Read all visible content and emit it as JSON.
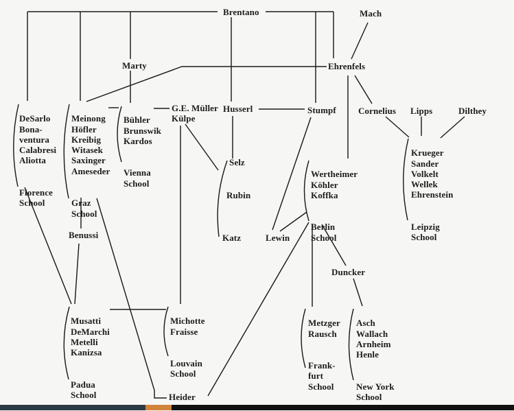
{
  "diagram": {
    "colors": {
      "ink": "#1c1c1c",
      "background": "#f6f6f4",
      "bar_left": "#2c3a44",
      "bar_orange": "#d2843c",
      "bar_main": "#111111"
    },
    "nodes": {
      "brentano": {
        "label": "Brentano"
      },
      "mach": {
        "label": "Mach"
      },
      "marty": {
        "label": "Marty"
      },
      "ehrenfels": {
        "label": "Ehrenfels"
      },
      "muller": {
        "label": [
          "G.E. Müller",
          "Külpe"
        ]
      },
      "husserl": {
        "label": "Husserl"
      },
      "stumpf": {
        "label": "Stumpf"
      },
      "cornelius": {
        "label": "Cornelius"
      },
      "lipps": {
        "label": "Lipps"
      },
      "dilthey": {
        "label": "Dilthey"
      },
      "selz": {
        "label": "Selz"
      },
      "rubin": {
        "label": "Rubin"
      },
      "katz": {
        "label": "Katz"
      },
      "lewin": {
        "label": "Lewin"
      },
      "benussi": {
        "label": "Benussi"
      },
      "duncker": {
        "label": "Duncker"
      },
      "heider": {
        "label": "Heider"
      }
    },
    "groups": {
      "florence": {
        "members": [
          "DeSarlo",
          "Bona-",
          "ventura",
          "Calabresi",
          "Aliotta"
        ],
        "school": [
          "Florence",
          "School"
        ]
      },
      "graz": {
        "members": [
          "Meinong",
          "Höfler",
          "Kreibig",
          "Witasek",
          "Saxinger",
          "Ameseder"
        ],
        "school": [
          "Graz",
          "School"
        ]
      },
      "vienna": {
        "members": [
          "Bühler",
          "Brunswik",
          "Kardos"
        ],
        "school": [
          "Vienna",
          "School"
        ]
      },
      "berlin": {
        "members": [
          "Wertheimer",
          "Köhler",
          "Koffka"
        ],
        "school": [
          "Berlin",
          "School"
        ]
      },
      "leipzig": {
        "members": [
          "Krueger",
          "Sander",
          "Volkelt",
          "Wellek",
          "Ehrenstein"
        ],
        "school": [
          "Leipzig",
          "School"
        ]
      },
      "padua": {
        "members": [
          "Musatti",
          "DeMarchi",
          "Metelli",
          "Kanizsa"
        ],
        "school": [
          "Padua",
          "School"
        ]
      },
      "louvain": {
        "members": [
          "Michotte",
          "Fraisse"
        ],
        "school": [
          "Louvain",
          "School"
        ]
      },
      "frankfurt": {
        "members": [
          "Metzger",
          "Rausch"
        ],
        "school": [
          "Frank-",
          "furt",
          "School"
        ]
      },
      "newyork": {
        "members": [
          "Asch",
          "Wallach",
          "Arnheim",
          "Henle"
        ],
        "school": [
          "New York",
          "School"
        ]
      }
    },
    "edges": [
      {
        "from": "Brentano",
        "to": "DeSarlo (Florence School)"
      },
      {
        "from": "Brentano",
        "to": "Meinong (Graz School)"
      },
      {
        "from": "Brentano",
        "to": "Marty"
      },
      {
        "from": "Brentano",
        "to": "Husserl"
      },
      {
        "from": "Brentano",
        "to": "Stumpf"
      },
      {
        "from": "Brentano",
        "to": "Ehrenfels"
      },
      {
        "from": "Mach",
        "to": "Ehrenfels"
      },
      {
        "from": "Ehrenfels",
        "to": "Meinong"
      },
      {
        "from": "Marty",
        "to": "Bühler"
      },
      {
        "from": "Ehrenfels",
        "to": "Wertheimer (Berlin School)"
      },
      {
        "from": "Ehrenfels",
        "to": "Cornelius"
      },
      {
        "from": "Cornelius",
        "to": "Krueger (Leipzig School)"
      },
      {
        "from": "Lipps",
        "to": "Krueger (Leipzig School)"
      },
      {
        "from": "Dilthey",
        "to": "Krueger (Leipzig School)"
      },
      {
        "from": "Meinong",
        "to": "Bühler (Vienna School)"
      },
      {
        "from": "Bühler",
        "to": "G.E. Müller"
      },
      {
        "from": "Husserl",
        "to": "Stumpf"
      },
      {
        "from": "Husserl",
        "to": "Selz group"
      },
      {
        "from": "Külpe",
        "to": "Selz group"
      },
      {
        "from": "Külpe",
        "to": "Michotte (Louvain School)"
      },
      {
        "from": "Stumpf",
        "to": "Wertheimer (Berlin School)"
      },
      {
        "from": "Stumpf",
        "to": "Lewin"
      },
      {
        "from": "Lewin",
        "to": "Berlin School"
      },
      {
        "from": "Berlin School",
        "to": "Heider"
      },
      {
        "from": "Graz School",
        "to": "Heider"
      },
      {
        "from": "Graz School",
        "to": "Benussi"
      },
      {
        "from": "Benussi",
        "to": "Musatti (Padua School)"
      },
      {
        "from": "Florence School",
        "to": "Musatti (Padua School)"
      },
      {
        "from": "Musatti",
        "to": "Michotte (Louvain School)"
      },
      {
        "from": "Berlin School",
        "to": "Metzger (Frankfurt School)"
      },
      {
        "from": "Berlin School",
        "to": "Duncker"
      },
      {
        "from": "Duncker",
        "to": "Asch (New York School)"
      }
    ]
  }
}
